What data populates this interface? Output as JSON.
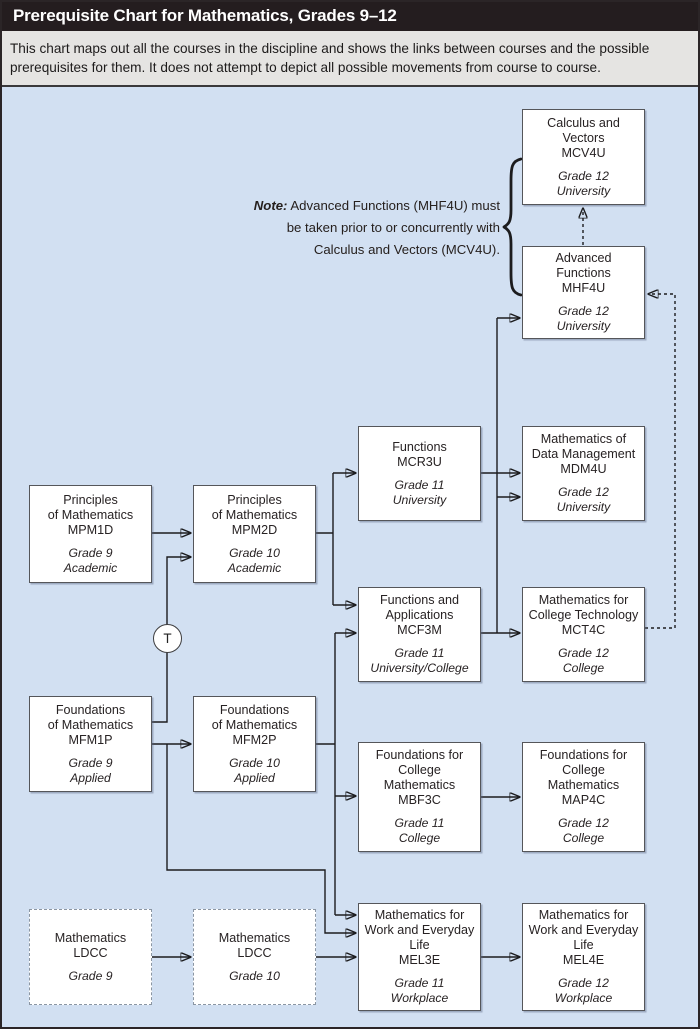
{
  "header": {
    "title": "Prerequisite Chart for Mathematics, Grades 9–12"
  },
  "intro": {
    "text": "This chart maps out all the courses in the discipline and shows the links between courses and the possible prerequisites for them. It does not attempt to depict all possible movements from course to course."
  },
  "note": {
    "label": "Note:",
    "line1": "Advanced Functions (MHF4U) must",
    "line2": "be taken prior to or concurrently with",
    "line3": "Calculus and Vectors (MCV4U)."
  },
  "transfer": {
    "label": "T"
  },
  "courses": {
    "mcv4u": {
      "name": "Calculus and\nVectors",
      "code": "MCV4U",
      "grade": "Grade 12\nUniversity"
    },
    "mhf4u": {
      "name": "Advanced\nFunctions",
      "code": "MHF4U",
      "grade": "Grade 12\nUniversity"
    },
    "mcr3u": {
      "name": "Functions",
      "code": "MCR3U",
      "grade": "Grade 11\nUniversity"
    },
    "mdm4u": {
      "name": "Mathematics of\nData Management",
      "code": "MDM4U",
      "grade": "Grade 12\nUniversity"
    },
    "mpm1d": {
      "name": "Principles\nof Mathematics",
      "code": "MPM1D",
      "grade": "Grade 9\nAcademic"
    },
    "mpm2d": {
      "name": "Principles\nof Mathematics",
      "code": "MPM2D",
      "grade": "Grade 10\nAcademic"
    },
    "mcf3m": {
      "name": "Functions and\nApplications",
      "code": "MCF3M",
      "grade": "Grade 11\nUniversity/College"
    },
    "mct4c": {
      "name": "Mathematics for\nCollege Technology",
      "code": "MCT4C",
      "grade": "Grade 12\nCollege"
    },
    "mfm1p": {
      "name": "Foundations\nof Mathematics",
      "code": "MFM1P",
      "grade": "Grade 9\nApplied"
    },
    "mfm2p": {
      "name": "Foundations\nof Mathematics",
      "code": "MFM2P",
      "grade": "Grade 10\nApplied"
    },
    "mbf3c": {
      "name": "Foundations for\nCollege\nMathematics",
      "code": "MBF3C",
      "grade": "Grade 11\nCollege"
    },
    "map4c": {
      "name": "Foundations for\nCollege\nMathematics",
      "code": "MAP4C",
      "grade": "Grade 12\nCollege"
    },
    "ldcc9": {
      "name": "Mathematics",
      "code": "LDCC",
      "grade": "Grade 9"
    },
    "ldcc10": {
      "name": "Mathematics",
      "code": "LDCC",
      "grade": "Grade 10"
    },
    "mel3e": {
      "name": "Mathematics for\nWork and Everyday\nLife",
      "code": "MEL3E",
      "grade": "Grade 11\nWorkplace"
    },
    "mel4e": {
      "name": "Mathematics for\nWork and Everyday\nLife",
      "code": "MEL4E",
      "grade": "Grade 12\nWorkplace"
    }
  },
  "diagram": {
    "edges": [
      {
        "from": "MPM1D",
        "to": "MPM2D",
        "style": "solid"
      },
      {
        "from": "MFM1P",
        "to": "MPM2D",
        "style": "solid",
        "via": "T (transfer)"
      },
      {
        "from": "MFM1P",
        "to": "MFM2P",
        "style": "solid"
      },
      {
        "from": "MFM1P",
        "to": "MEL3E",
        "style": "solid"
      },
      {
        "from": "MPM2D",
        "to": "MCR3U",
        "style": "solid"
      },
      {
        "from": "MPM2D",
        "to": "MCF3M",
        "style": "solid"
      },
      {
        "from": "MFM2P",
        "to": "MCF3M",
        "style": "solid"
      },
      {
        "from": "MFM2P",
        "to": "MBF3C",
        "style": "solid"
      },
      {
        "from": "MFM2P",
        "to": "MEL3E",
        "style": "solid"
      },
      {
        "from": "MCR3U",
        "to": "MHF4U",
        "style": "solid"
      },
      {
        "from": "MCR3U",
        "to": "MDM4U",
        "style": "solid"
      },
      {
        "from": "MCF3M",
        "to": "MDM4U",
        "style": "solid"
      },
      {
        "from": "MCF3M",
        "to": "MCT4C",
        "style": "solid"
      },
      {
        "from": "MBF3C",
        "to": "MAP4C",
        "style": "solid"
      },
      {
        "from": "MEL3E",
        "to": "MEL4E",
        "style": "solid"
      },
      {
        "from": "LDCC Grade 9",
        "to": "LDCC Grade 10",
        "style": "solid"
      },
      {
        "from": "LDCC Grade 10",
        "to": "MEL3E",
        "style": "solid"
      },
      {
        "from": "MHF4U",
        "to": "MCV4U",
        "style": "dashed"
      },
      {
        "from": "MCT4C",
        "to": "MHF4U",
        "style": "dashed"
      }
    ],
    "colors": {
      "panel_background": "#d2e0f2",
      "header_background": "#241d1f",
      "intro_background": "#e5e4e2",
      "line": "#1c1c1e"
    }
  }
}
